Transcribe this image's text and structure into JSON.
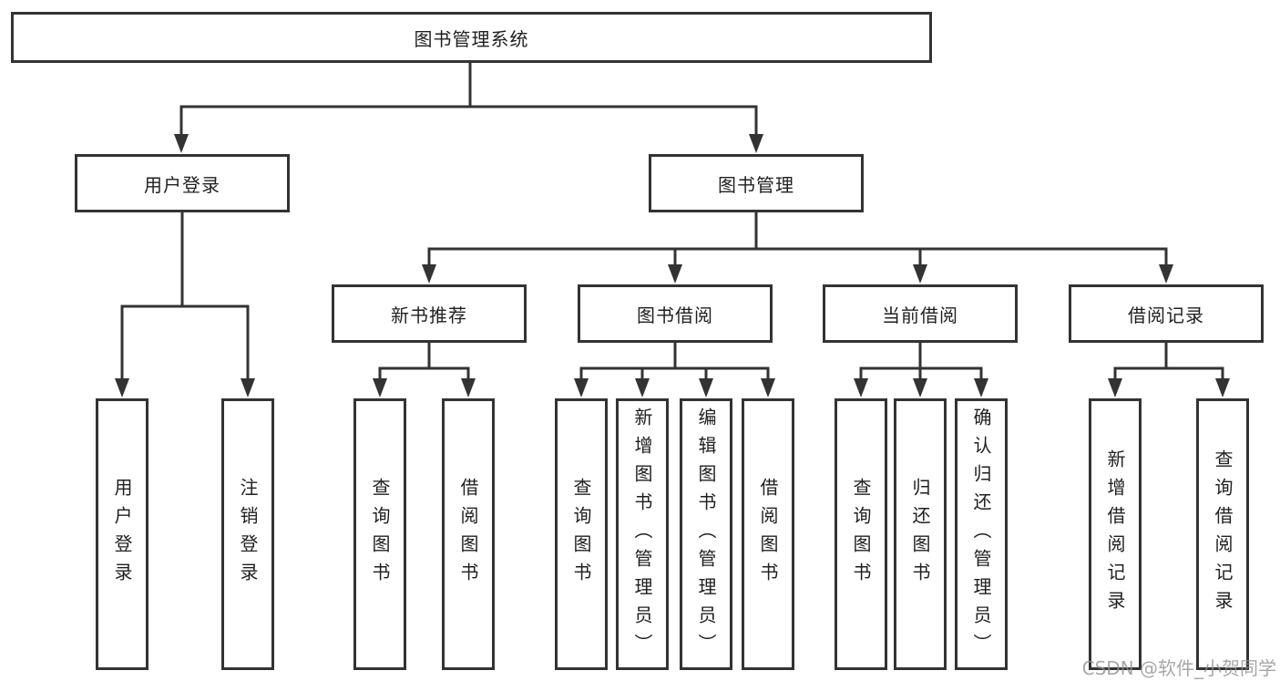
{
  "nodes": {
    "root": "图书管理系统",
    "level2": {
      "user_login": "用户登录",
      "book_mgmt": "图书管理"
    },
    "level3": {
      "new_book": "新书推荐",
      "book_borrow": "图书借阅",
      "current_borrow": "当前借阅",
      "borrow_record": "借阅记录"
    },
    "leaves": {
      "user_login_1": "用户登录",
      "user_login_2": "注销登录",
      "new_book_1": "查询图书",
      "new_book_2": "借阅图书",
      "book_borrow_1": "查询图书",
      "book_borrow_2": "新增图书（管理员）",
      "book_borrow_3": "编辑图书（管理员）",
      "book_borrow_4": "借阅图书",
      "current_borrow_1": "查询图书",
      "current_borrow_2": "归还图书",
      "current_borrow_3": "确认归还（管理员）",
      "borrow_record_1": "新增借阅记录",
      "borrow_record_2": "查询借阅记录"
    }
  },
  "watermark": "CSDN @软件_小贺同学",
  "colors": {
    "line": "#333333",
    "box_border": "#333333",
    "text": "#1f1f1f",
    "background": "#ffffff",
    "watermark": "#949094"
  }
}
